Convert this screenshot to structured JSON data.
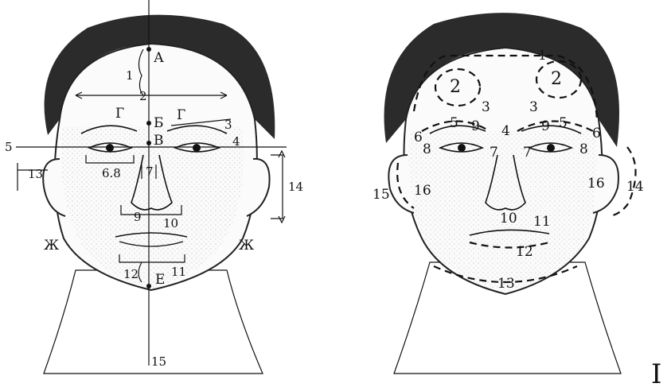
{
  "plate_number": "I",
  "left_face": {
    "letters": [
      "А",
      "Б",
      "В",
      "Г",
      "Г",
      "Е",
      "Ж",
      "Ж"
    ],
    "numbers": [
      "1",
      "2",
      "3",
      "4",
      "5",
      "6.8",
      "7",
      "9",
      "10",
      "11",
      "12",
      "13",
      "14",
      "15"
    ]
  },
  "right_face": {
    "region_numbers": [
      "1",
      "2",
      "2",
      "3",
      "3",
      "4",
      "5",
      "5",
      "6",
      "6",
      "7",
      "7",
      "8",
      "8",
      "9",
      "9",
      "10",
      "11",
      "12",
      "13",
      "14",
      "15",
      "16",
      "16"
    ]
  }
}
